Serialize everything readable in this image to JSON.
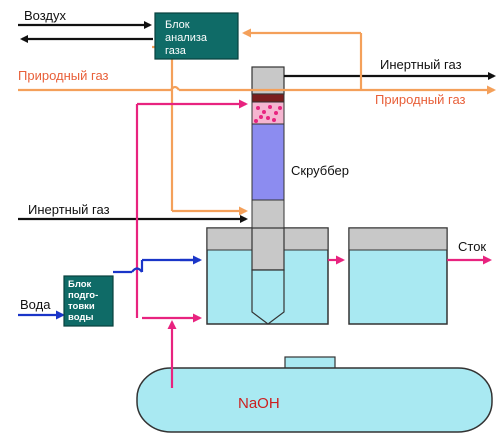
{
  "labels": {
    "air": "Воздух",
    "natural_gas_in": "Природный газ",
    "inert_gas_in": "Инертный газ",
    "water": "Вода",
    "inert_gas_out": "Инертный газ",
    "natural_gas_out": "Природный газ",
    "scrubber": "Скруббер",
    "drain": "Сток",
    "naoh": "NaOH"
  },
  "blocks": {
    "gas_analysis": [
      "Блок",
      "анализа",
      "газа"
    ],
    "water_treatment": [
      "Блок",
      "подго-",
      "товки",
      "воды"
    ]
  },
  "colors": {
    "black_line": "#111111",
    "orange_line": "#f4a05a",
    "pink_line": "#e8237f",
    "blue_line": "#1a35c8",
    "block_fill": "#0f6b67",
    "tank_fill": "#a9e9f2",
    "scrubber_fill": "#8c8cf0",
    "red_label": "#e8603a"
  }
}
